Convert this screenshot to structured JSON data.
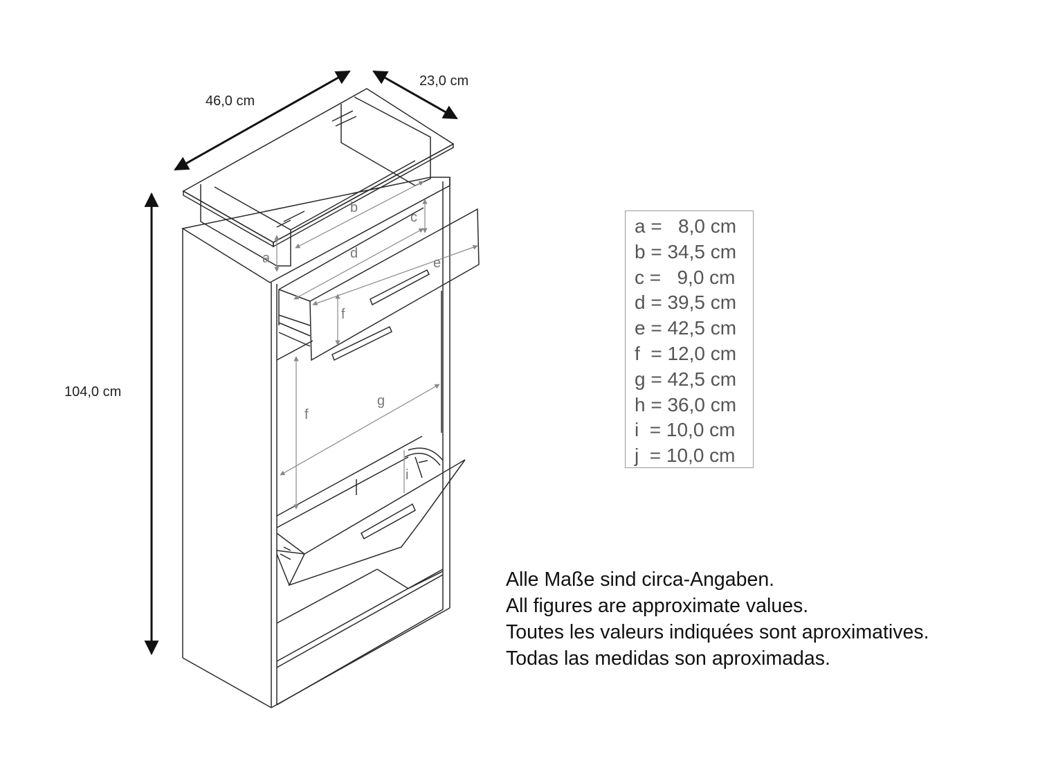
{
  "dimensions": {
    "width": "46,0 cm",
    "depth": "23,0 cm",
    "height": "104,0 cm"
  },
  "drawing_letters": [
    "a",
    "b",
    "c",
    "d",
    "e",
    "f",
    "f",
    "g",
    "i"
  ],
  "legend": [
    {
      "key": "a",
      "text": "a =   8,0 cm"
    },
    {
      "key": "b",
      "text": "b = 34,5 cm"
    },
    {
      "key": "c",
      "text": "c =   9,0 cm"
    },
    {
      "key": "d",
      "text": "d = 39,5 cm"
    },
    {
      "key": "e",
      "text": "e = 42,5 cm"
    },
    {
      "key": "f",
      "text": "f  = 12,0 cm"
    },
    {
      "key": "g",
      "text": "g = 42,5 cm"
    },
    {
      "key": "h",
      "text": "h = 36,0 cm"
    },
    {
      "key": "i",
      "text": "i  = 10,0 cm"
    },
    {
      "key": "j",
      "text": "j  = 10,0 cm"
    }
  ],
  "notes": [
    "Alle Maße sind circa-Angaben.",
    "All figures are approximate values.",
    "Toutes les valeurs indiquées sont aproximatives.",
    "Todas las medidas son aproximadas."
  ],
  "colors": {
    "line": "#2a2a2a",
    "dimension": "#888888",
    "arrow": "#111111"
  }
}
